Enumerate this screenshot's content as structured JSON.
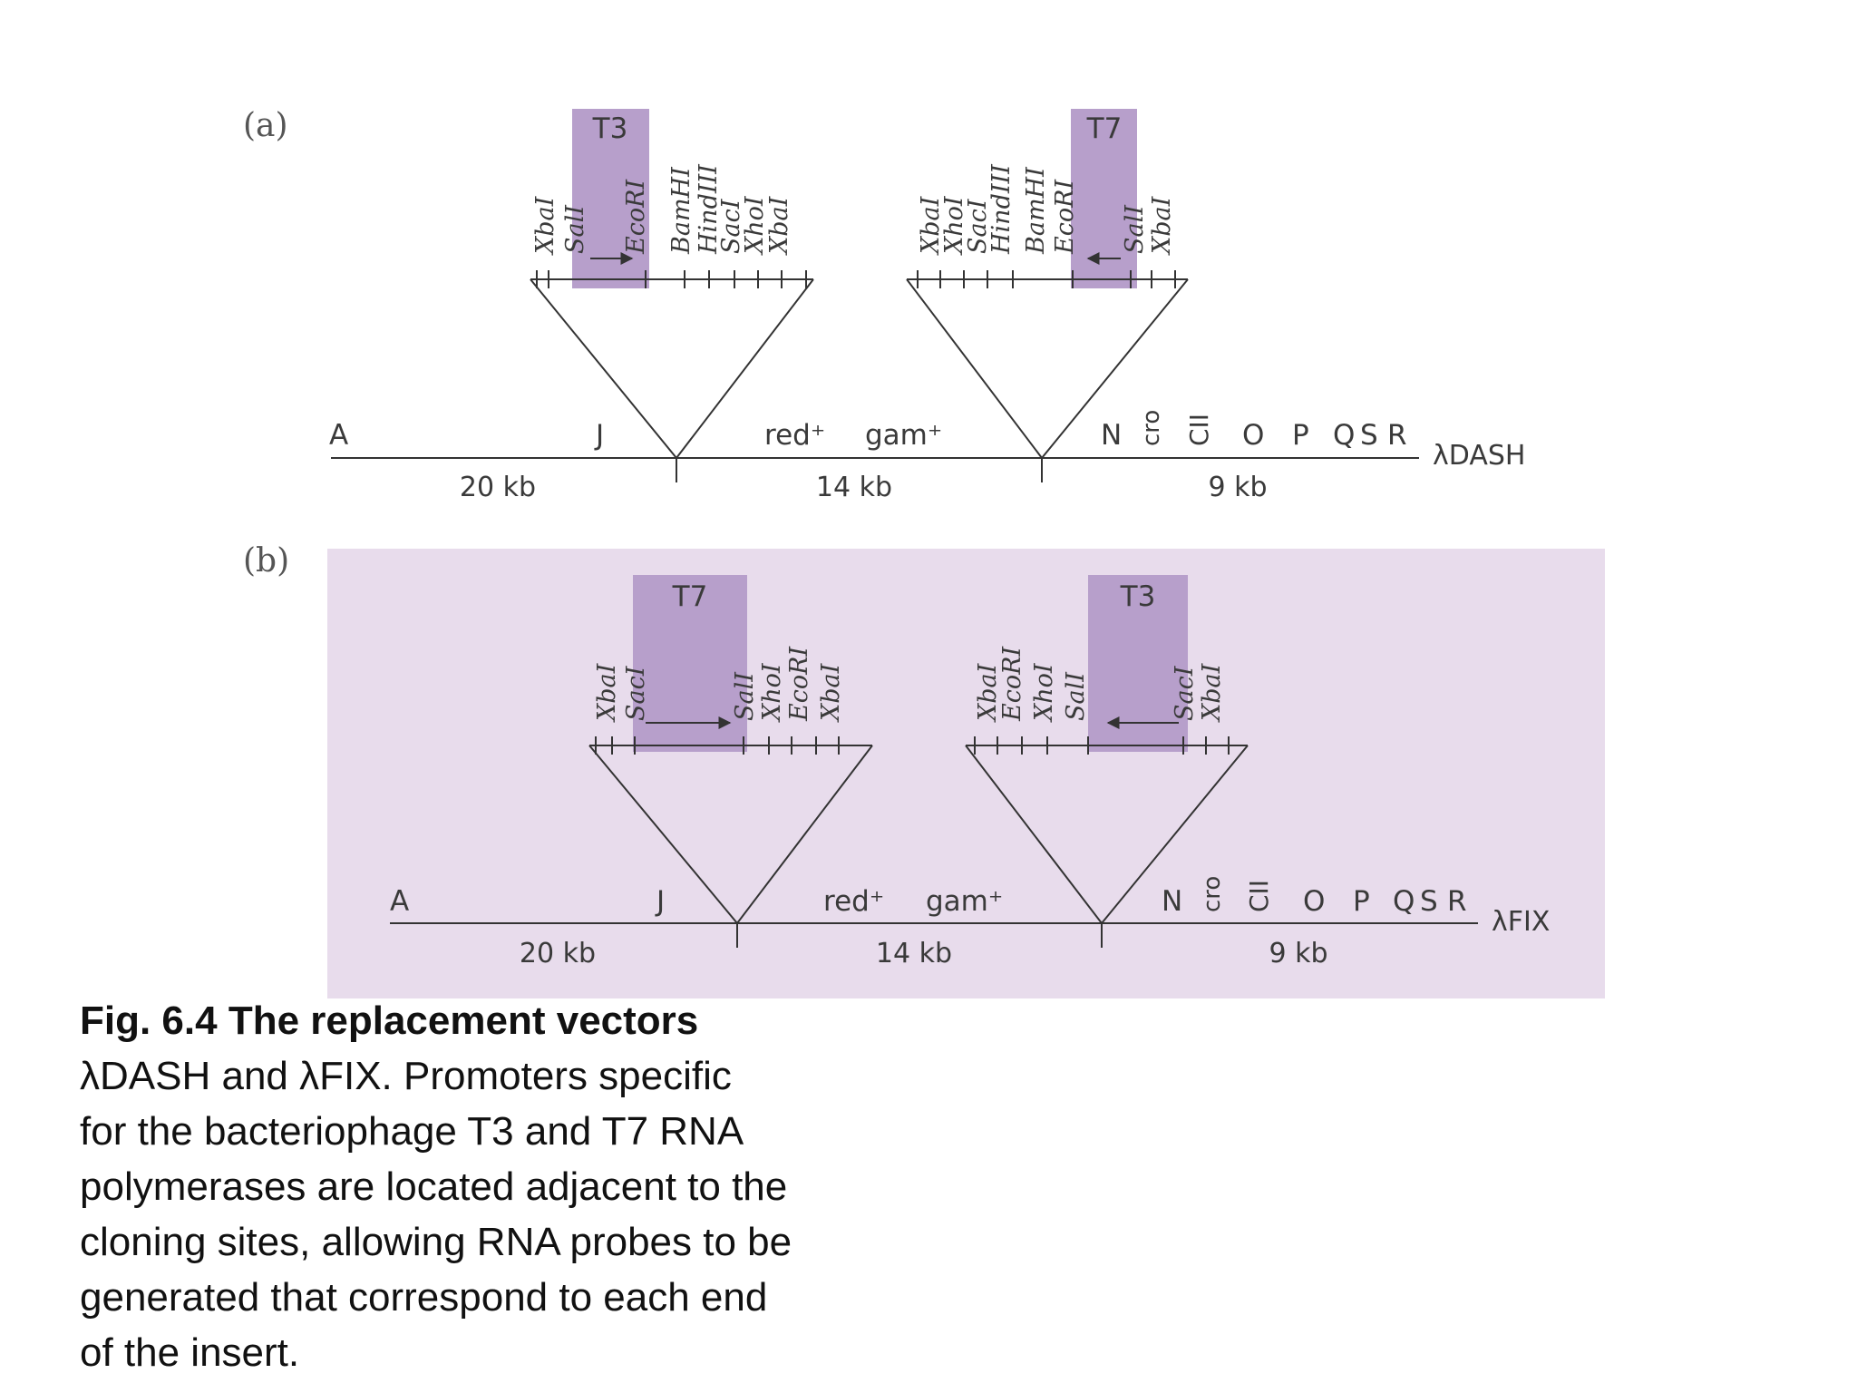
{
  "panels": [
    {
      "label": "(a)",
      "vector_name": "λDASH",
      "left_genes": [
        "A",
        "J"
      ],
      "middle_genes": [
        "red⁺",
        "gam⁺"
      ],
      "right_genes": [
        "N",
        "cro",
        "CII",
        "O",
        "P",
        "Q",
        "S",
        "R"
      ],
      "segments_kb": [
        "20 kb",
        "14 kb",
        "9 kb"
      ],
      "left_box": {
        "promoter": "T3",
        "sites": [
          "XbaI",
          "SalI",
          "EcoRI",
          "BamHI",
          "HindIII",
          "SacI",
          "XhoI",
          "XbaI"
        ]
      },
      "right_box": {
        "promoter": "T7",
        "sites": [
          "XbaI",
          "XhoI",
          "SacI",
          "HindIII",
          "BamHI",
          "EcoRI",
          "SalI",
          "XbaI"
        ]
      }
    },
    {
      "label": "(b)",
      "vector_name": "λFIX",
      "left_genes": [
        "A",
        "J"
      ],
      "middle_genes": [
        "red⁺",
        "gam⁺"
      ],
      "right_genes": [
        "N",
        "cro",
        "CII",
        "O",
        "P",
        "Q",
        "S",
        "R"
      ],
      "segments_kb": [
        "20 kb",
        "14 kb",
        "9 kb"
      ],
      "left_box": {
        "promoter": "T7",
        "sites": [
          "XbaI",
          "SacI",
          "SalI",
          "XhoI",
          "EcoRI",
          "XbaI"
        ]
      },
      "right_box": {
        "promoter": "T3",
        "sites": [
          "XbaI",
          "EcoRI",
          "XhoI",
          "SalI",
          "SacI",
          "XbaI"
        ]
      }
    }
  ],
  "caption": {
    "title": "Fig. 6.4 The replacement vectors",
    "lines": [
      "λDASH and λFIX. Promoters specific",
      "for the bacteriophage T3 and T7 RNA",
      "polymerases are located adjacent to the",
      "cloning sites, allowing RNA probes to be",
      "generated that correspond to each end",
      "of the insert."
    ]
  },
  "colors": {
    "promoter_box": "#b79fcb",
    "panel_b_background": "#e8dcec",
    "line": "#333333",
    "text": "#3a3a3a"
  }
}
